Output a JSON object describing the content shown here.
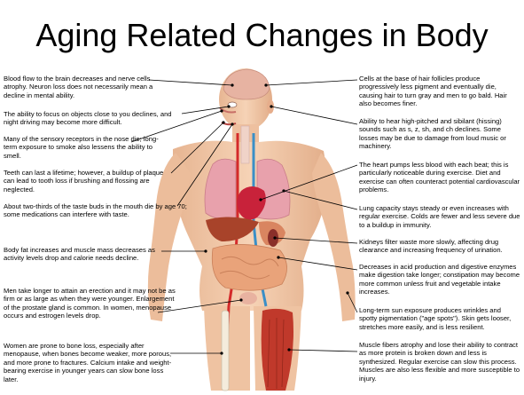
{
  "title": "Aging Related Changes in Body",
  "left_notes": [
    {
      "id": "brain",
      "text": "Blood flow to the brain decreases and nerve cells atrophy. Neuron loss does not necessarily mean a decline in mental ability."
    },
    {
      "id": "eyes",
      "text": "The ability to focus on objects close to you declines, and night driving may become more difficult."
    },
    {
      "id": "nose",
      "text": "Many of the sensory receptors in the nose die; long-term exposure to smoke also lessens the ability to smell."
    },
    {
      "id": "teeth",
      "text": "Teeth can last a lifetime; however, a buildup of plaque can lead to tooth loss if brushing and flossing are neglected."
    },
    {
      "id": "taste",
      "text": "About two-thirds of the taste buds in the mouth die by age 70; some medications can interfere with taste."
    },
    {
      "id": "fat",
      "text": "Body fat increases and muscle mass decreases as activity levels drop and calorie needs decline."
    },
    {
      "id": "prostate",
      "text": "Men take longer to attain an erection and it may not be as firm or as large as when they were younger. Enlargement of the prostate gland is common. In women, menopause occurs and estrogen levels drop."
    },
    {
      "id": "bone",
      "text": "Women are prone to bone loss, especially after menopause, when bones become weaker, more porous, and more prone to fractures. Calcium intake and weight-bearing exercise in younger years can slow bone loss later."
    }
  ],
  "right_notes": [
    {
      "id": "hair",
      "text": "Cells at the base of hair follicles produce progressively less pigment and eventually die, causing hair to turn gray and men to go bald. Hair also becomes finer."
    },
    {
      "id": "hearing",
      "text": "Ability to hear high-pitched and sibilant (hissing) sounds such as s, z, sh, and ch declines. Some losses may be due to damage from loud music or machinery."
    },
    {
      "id": "heart",
      "text": "The heart pumps less blood with each beat; this is particularly noticeable during exercise. Diet and exercise can often counteract potential cardiovascular problems."
    },
    {
      "id": "lung",
      "text": "Lung capacity stays steady or even increases with regular exercise. Colds are fewer and less severe due to a buildup in immunity."
    },
    {
      "id": "kidney",
      "text": "Kidneys filter waste more slowly, affecting drug clearance and increasing frequency of urination."
    },
    {
      "id": "digestion",
      "text": "Decreases in acid production and digestive enzymes make digestion take longer; constipation may become more common unless fruit and vegetable intake increases."
    },
    {
      "id": "skin",
      "text": "Long-term sun exposure produces wrinkles and spotty pigmentation (\"age spots\"). Skin gets looser, stretches more easily, and is less resilient."
    },
    {
      "id": "muscle",
      "text": "Muscle fibers atrophy and lose their ability to contract as more protein is broken down and less is synthesized. Regular exercise can slow this process. Muscles are also less flexible and more susceptible to injury."
    }
  ],
  "colors": {
    "skin": "#f2c9a7",
    "skin_shadow": "#d9a887",
    "brain": "#e8b9a0",
    "lung": "#e69aa6",
    "heart": "#c8223a",
    "liver": "#b0452c",
    "intestine": "#e9a37a",
    "stomach": "#d97a4e",
    "kidney": "#8a2f2a",
    "artery": "#d42a2a",
    "vein": "#3a8fc7",
    "muscle": "#c0392b",
    "pointer": "#000000"
  }
}
